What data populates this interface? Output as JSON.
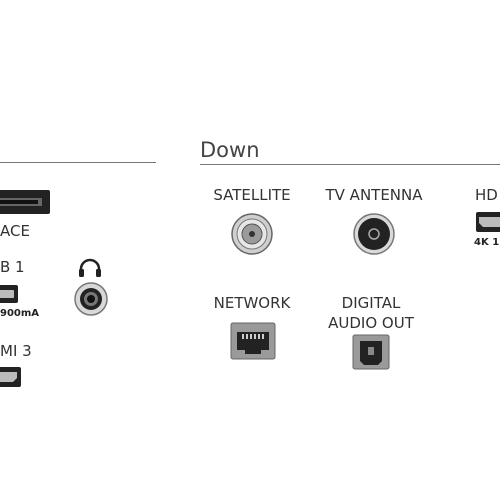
{
  "sections": {
    "down": {
      "heading": "Down"
    }
  },
  "ports": {
    "common_interface": {
      "label_fragment": "ACE"
    },
    "usb1": {
      "label_fragment": "B 1",
      "sub_fragment": "900mA"
    },
    "headphones": {
      "icon": "headphones-icon"
    },
    "hdmi3": {
      "label_fragment": "MI 3"
    },
    "satellite": {
      "label": "SATELLITE"
    },
    "tv_antenna": {
      "label": "TV ANTENNA"
    },
    "hdmi_right": {
      "label_fragment": "HD",
      "sub_fragment": "4K 1"
    },
    "network": {
      "label": "NETWORK"
    },
    "digital_audio_out": {
      "label_line1": "DIGITAL",
      "label_line2": "AUDIO OUT"
    }
  },
  "colors": {
    "text": "#333333",
    "rule": "#777777",
    "port_dark": "#222222",
    "port_gray": "#9a9a9a"
  }
}
